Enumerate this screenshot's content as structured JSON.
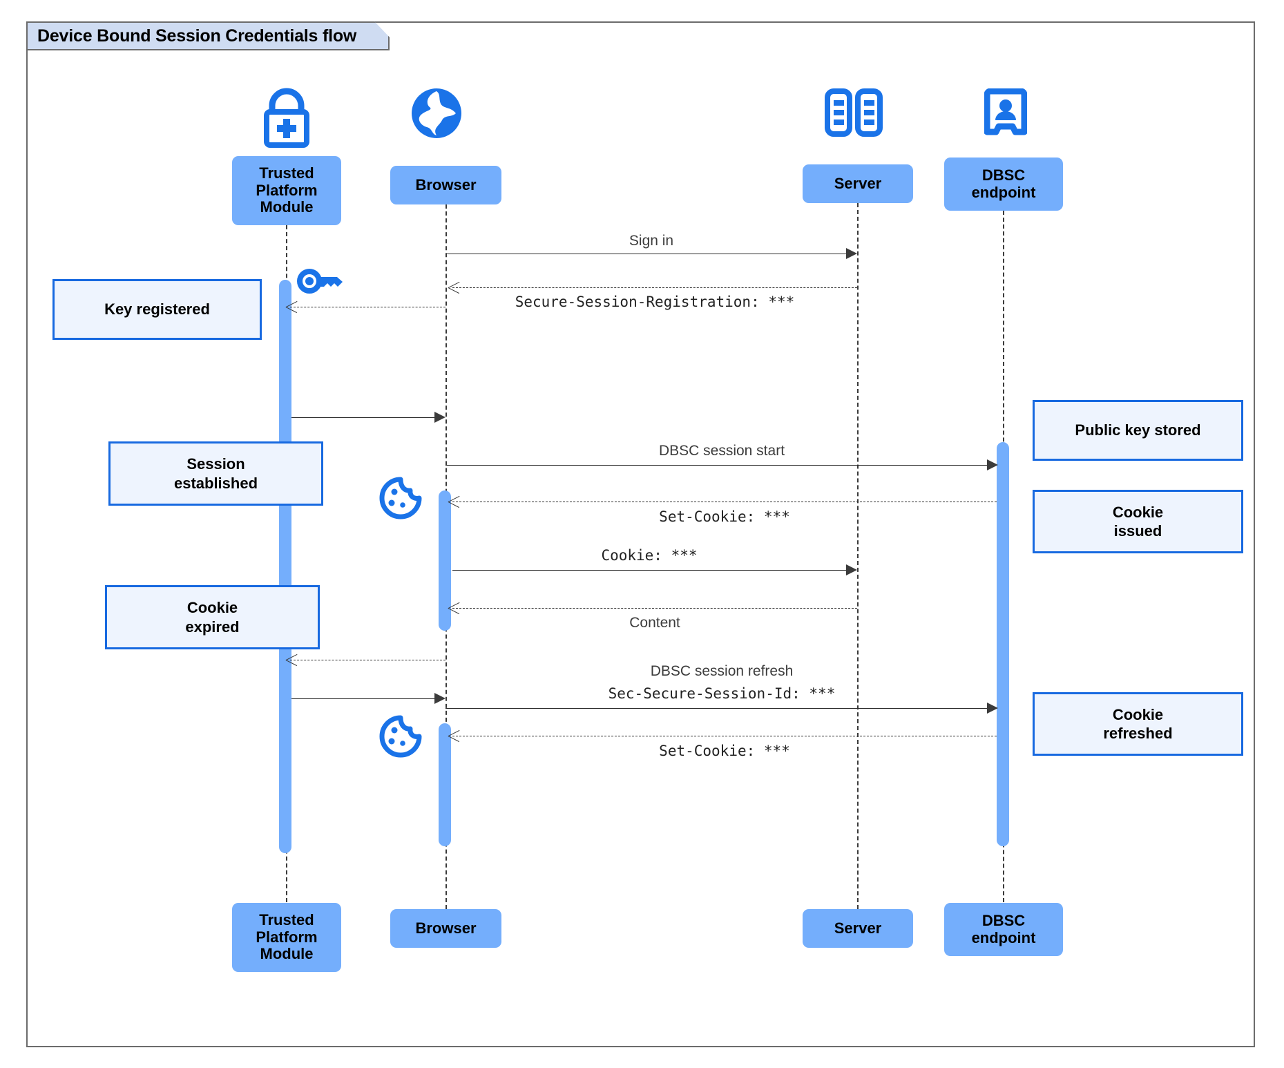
{
  "diagram": {
    "title": "Device Bound Session Credentials flow",
    "type": "sequence-diagram",
    "accent_color": "#1769e0",
    "participant_fill": "#74aefc",
    "note_fill": "#eef4fe",
    "note_border": "#1769e0",
    "title_fill": "#cfdcf2"
  },
  "participants": [
    {
      "id": "tpm",
      "label": "Trusted\nPlatform\nModule",
      "icon": "lock-plus-icon"
    },
    {
      "id": "browser",
      "label": "Browser",
      "icon": "globe-icon"
    },
    {
      "id": "server",
      "label": "Server",
      "icon": "server-racks-icon"
    },
    {
      "id": "dbsc",
      "label": "DBSC\nendpoint",
      "icon": "id-badge-icon"
    }
  ],
  "participant_labels": {
    "tpm_line1": "Trusted",
    "tpm_line2": "Platform",
    "tpm_line3": "Module",
    "browser": "Browser",
    "server": "Server",
    "dbsc_line1": "DBSC",
    "dbsc_line2": "endpoint"
  },
  "messages": [
    {
      "id": "m1",
      "from": "browser",
      "to": "server",
      "style": "solid",
      "label": "Sign in",
      "mono": false
    },
    {
      "id": "m2",
      "from": "server",
      "to": "browser",
      "style": "dashed",
      "label": "Secure-Session-Registration: ***",
      "mono": true
    },
    {
      "id": "m3",
      "from": "browser",
      "to": "tpm",
      "style": "dashed",
      "label": "",
      "mono": false
    },
    {
      "id": "m4",
      "from": "tpm",
      "to": "browser",
      "style": "solid",
      "label": "",
      "mono": false
    },
    {
      "id": "m5",
      "from": "browser",
      "to": "dbsc",
      "style": "solid",
      "label": "DBSC session start",
      "mono": false
    },
    {
      "id": "m6",
      "from": "dbsc",
      "to": "browser",
      "style": "dashed",
      "label": "Set-Cookie: ***",
      "mono": true
    },
    {
      "id": "m7",
      "from": "browser",
      "to": "server",
      "style": "solid",
      "label": "Cookie: ***",
      "mono": true
    },
    {
      "id": "m8",
      "from": "server",
      "to": "browser",
      "style": "dashed",
      "label": "Content",
      "mono": false
    },
    {
      "id": "m9",
      "from": "browser",
      "to": "tpm",
      "style": "dashed",
      "label": "",
      "mono": false
    },
    {
      "id": "m10",
      "from": "tpm",
      "to": "browser",
      "style": "solid",
      "label": "",
      "mono": false
    },
    {
      "id": "m11",
      "from": "browser",
      "to": "dbsc",
      "style": "solid",
      "label_line1": "DBSC session refresh",
      "label_line2": "Sec-Secure-Session-Id: ***",
      "mono": false
    },
    {
      "id": "m12",
      "from": "dbsc",
      "to": "browser",
      "style": "dashed",
      "label": "Set-Cookie: ***",
      "mono": true
    }
  ],
  "notes": [
    {
      "id": "n1",
      "side": "left",
      "text_line1": "Key registered",
      "text_line2": ""
    },
    {
      "id": "n2",
      "side": "left",
      "text_line1": "Session",
      "text_line2": "established"
    },
    {
      "id": "n3",
      "side": "left",
      "text_line1": "Cookie",
      "text_line2": "expired"
    },
    {
      "id": "n4",
      "side": "right",
      "text_line1": "Public key stored",
      "text_line2": ""
    },
    {
      "id": "n5",
      "side": "right",
      "text_line1": "Cookie",
      "text_line2": "issued"
    },
    {
      "id": "n6",
      "side": "right",
      "text_line1": "Cookie",
      "text_line2": "refreshed"
    }
  ],
  "decorations": [
    {
      "id": "d1",
      "icon": "key-icon",
      "near": "tpm-lifeline"
    },
    {
      "id": "d2",
      "icon": "cookie-icon",
      "near": "browser-lifeline-set-cookie"
    },
    {
      "id": "d3",
      "icon": "cookie-icon",
      "near": "browser-lifeline-set-cookie-refresh"
    }
  ]
}
